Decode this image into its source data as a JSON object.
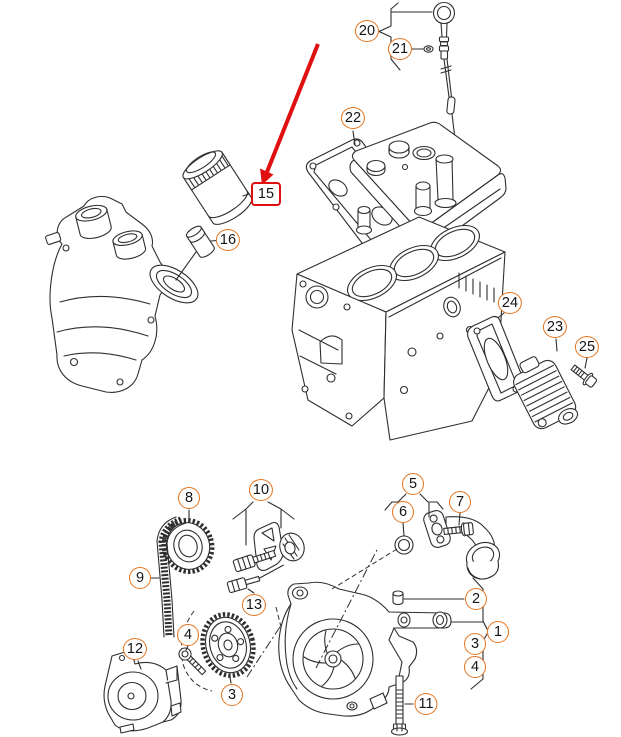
{
  "diagram": {
    "type": "exploded-parts-diagram",
    "colors": {
      "background": "#ffffff",
      "line": "#2f2f2f",
      "callout": "#e4741e",
      "highlight": "#e01010"
    },
    "highlight": {
      "item": "15"
    },
    "callouts": {
      "c1": "1",
      "c2": "2",
      "c3a": "3",
      "c3b": "3",
      "c4a": "4",
      "c4b": "4",
      "c5": "5",
      "c6": "6",
      "c7": "7",
      "c8": "8",
      "c9": "9",
      "c10": "10",
      "c11": "11",
      "c12": "12",
      "c13": "13",
      "c15": "15",
      "c16": "16",
      "c20": "20",
      "c21": "21",
      "c22": "22",
      "c23": "23",
      "c24": "24",
      "c25": "25"
    }
  }
}
